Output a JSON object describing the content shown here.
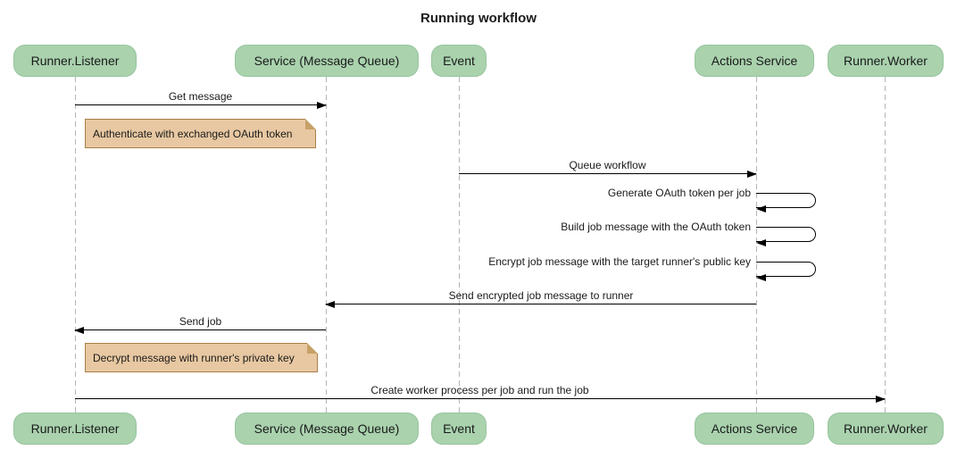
{
  "title": "Running workflow",
  "colors": {
    "bg": "#ffffff",
    "text_color": "#1a1a1a",
    "participant_fill": "#a9d2ad",
    "participant_border": "#98c59e",
    "note_fill": "#e8c8a2",
    "note_border": "#a8804a",
    "note_fold": "#c7a167",
    "lifeline_color": "#b5b5b5",
    "arrow_color": "#000000"
  },
  "participants": [
    {
      "label": "Runner.Listener"
    },
    {
      "label": "Service (Message Queue)"
    },
    {
      "label": "Event"
    },
    {
      "label": "Actions Service"
    },
    {
      "label": "Runner.Worker"
    }
  ],
  "messages": [
    {
      "label": "Get message",
      "from": "Runner.Listener",
      "to": "Service (Message Queue)",
      "direction": "right"
    },
    {
      "label": "Queue workflow",
      "from": "Event",
      "to": "Actions Service",
      "direction": "right"
    },
    {
      "label": "Generate OAuth token per job",
      "from": "Actions Service",
      "to": "Actions Service",
      "direction": "self"
    },
    {
      "label": "Build job message with the OAuth token",
      "from": "Actions Service",
      "to": "Actions Service",
      "direction": "self"
    },
    {
      "label": "Encrypt job message with the target runner's public key",
      "from": "Actions Service",
      "to": "Actions Service",
      "direction": "self"
    },
    {
      "label": "Send encrypted job message to runner",
      "from": "Actions Service",
      "to": "Service (Message Queue)",
      "direction": "left"
    },
    {
      "label": "Send job",
      "from": "Service (Message Queue)",
      "to": "Runner.Listener",
      "direction": "left"
    },
    {
      "label": "Create worker process per job and run the job",
      "from": "Runner.Listener",
      "to": "Runner.Worker",
      "direction": "right"
    }
  ],
  "notes": [
    {
      "label": "Authenticate with exchanged OAuth token"
    },
    {
      "label": "Decrypt message with runner's private key"
    }
  ]
}
